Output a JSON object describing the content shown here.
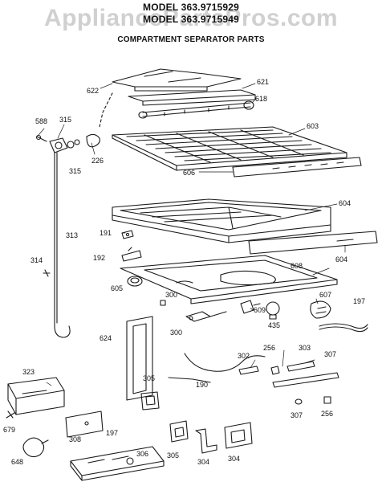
{
  "header": {
    "model_line_1": "MODEL 363.9715929",
    "model_line_2": "MODEL 363.9715949",
    "subtitle": "COMPARTMENT SEPARATOR PARTS"
  },
  "watermark": "AppliancePartsPros.com",
  "colors": {
    "ink": "#1a1a1a",
    "paper": "#ffffff",
    "watermark": "#aaaaaa"
  },
  "part_labels": [
    {
      "id": "622",
      "text": "622"
    },
    {
      "id": "621",
      "text": "621"
    },
    {
      "id": "618",
      "text": "618"
    },
    {
      "id": "588",
      "text": "588"
    },
    {
      "id": "315a",
      "text": "315"
    },
    {
      "id": "315b",
      "text": "315"
    },
    {
      "id": "226",
      "text": "226"
    },
    {
      "id": "603",
      "text": "603"
    },
    {
      "id": "606",
      "text": "606"
    },
    {
      "id": "604a",
      "text": "604"
    },
    {
      "id": "604b",
      "text": "604"
    },
    {
      "id": "313",
      "text": "313"
    },
    {
      "id": "191",
      "text": "191"
    },
    {
      "id": "192",
      "text": "192"
    },
    {
      "id": "314",
      "text": "314"
    },
    {
      "id": "608",
      "text": "608"
    },
    {
      "id": "605",
      "text": "605"
    },
    {
      "id": "300a",
      "text": "300"
    },
    {
      "id": "300b",
      "text": "300"
    },
    {
      "id": "609",
      "text": "609"
    },
    {
      "id": "435",
      "text": "435"
    },
    {
      "id": "607",
      "text": "607"
    },
    {
      "id": "197a",
      "text": "197"
    },
    {
      "id": "624",
      "text": "624"
    },
    {
      "id": "302",
      "text": "302"
    },
    {
      "id": "256a",
      "text": "256"
    },
    {
      "id": "303",
      "text": "303"
    },
    {
      "id": "307a",
      "text": "307"
    },
    {
      "id": "323",
      "text": "323"
    },
    {
      "id": "190",
      "text": "190"
    },
    {
      "id": "305a",
      "text": "305"
    },
    {
      "id": "307b",
      "text": "307"
    },
    {
      "id": "256b",
      "text": "256"
    },
    {
      "id": "679",
      "text": "679"
    },
    {
      "id": "308",
      "text": "308"
    },
    {
      "id": "197b",
      "text": "197"
    },
    {
      "id": "305b",
      "text": "305"
    },
    {
      "id": "304a",
      "text": "304"
    },
    {
      "id": "304b",
      "text": "304"
    },
    {
      "id": "306",
      "text": "306"
    },
    {
      "id": "648",
      "text": "648"
    }
  ]
}
